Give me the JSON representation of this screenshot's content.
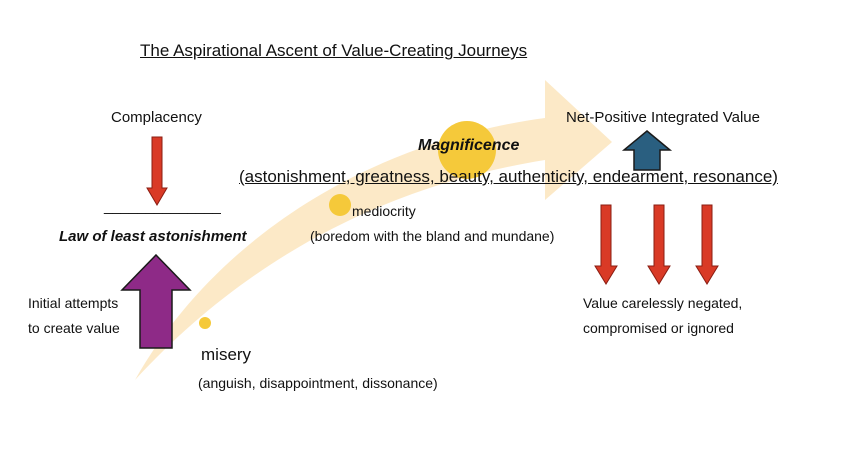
{
  "title": "The Aspirational Ascent of Value-Creating Journeys",
  "labels": {
    "complacency": "Complacency",
    "divider": "______________",
    "law_of_least_astonishment": "Law of least  astonishment",
    "initial_attempts_line1": "Initial attempts",
    "initial_attempts_line2": "to create value",
    "misery": "misery",
    "misery_detail": "(anguish, disappointment, dissonance)",
    "mediocrity": "mediocrity",
    "mediocrity_detail": "(boredom with the bland and mundane)",
    "magnificence": "Magnificence",
    "magnificence_detail": "(astonishment, greatness, beauty, authenticity, endearment, resonance)",
    "net_positive": "Net-Positive Integrated Value",
    "negated_line1": "Value carelessly negated,",
    "negated_line2": "compromised or ignored"
  },
  "colors": {
    "ascent_arrow": "#fbe5bd",
    "dot": "#f5c93a",
    "down_arrow_fill": "#d93a26",
    "down_arrow_stroke": "#8a1d12",
    "up_arrow_purple": "#8e2a87",
    "up_arrow_blue": "#2a5f80",
    "arrow_outline": "#1a1a1a"
  }
}
